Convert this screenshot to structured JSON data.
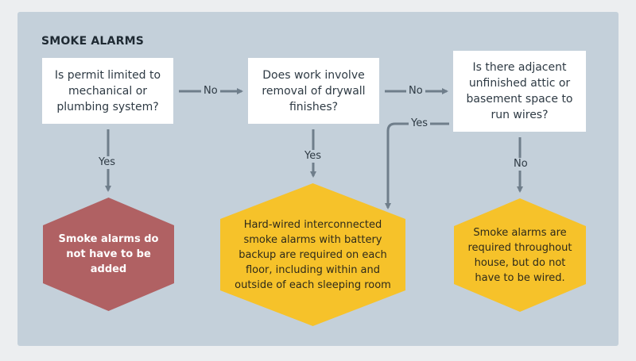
{
  "title": "SMOKE ALARMS",
  "questions": {
    "q1": "Is permit limited to mechanical or plumbing system?",
    "q2": "Does work involve removal of drywall finishes?",
    "q3": "Is there adjacent unfinished attic or basement space to run wires?"
  },
  "edge_labels": {
    "q1_no": "No",
    "q2_no": "No",
    "q1_yes": "Yes",
    "q2_yes": "Yes",
    "q3_yes": "Yes",
    "q3_no": "No"
  },
  "outcomes": {
    "o1": "Smoke alarms do not have to be added",
    "o2": "Hard-wired interconnected smoke alarms with battery backup are required on each floor, including within and outside of each sleeping room",
    "o3": "Smoke alarms are required throughout house, but do not have to be wired."
  },
  "colors": {
    "panel": "#c4d0da",
    "box": "#ffffff",
    "arrow": "#6f7e8b",
    "outcome_no_action": "#b06163",
    "outcome_required": "#f6c22a"
  }
}
